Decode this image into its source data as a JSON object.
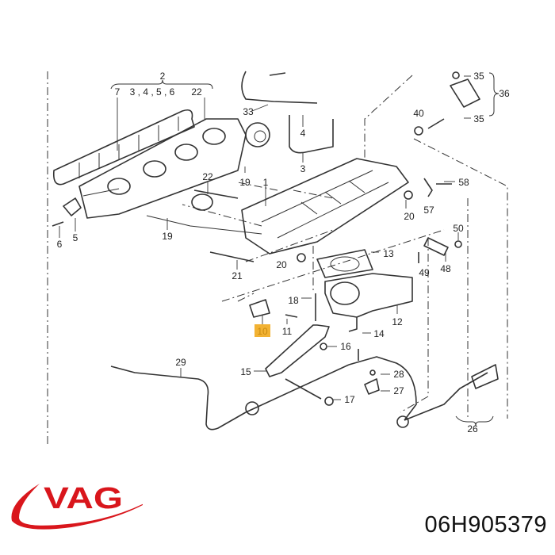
{
  "diagram": {
    "highlight_color": "#f2b233",
    "labels": [
      "2",
      "7",
      "3 , 4 , 5 , 6",
      "22",
      "33",
      "4",
      "3",
      "35",
      "36",
      "35",
      "40",
      "22",
      "19",
      "1",
      "58",
      "57",
      "20",
      "6",
      "5",
      "19",
      "50",
      "20",
      "13",
      "21",
      "49",
      "48",
      "18",
      "10",
      "11",
      "12",
      "16",
      "14",
      "29",
      "15",
      "28",
      "27",
      "17",
      "26"
    ],
    "highlighted_label": "10"
  },
  "logo": {
    "text": "VAG",
    "color": "#d9161c"
  },
  "part_number": "06H905379"
}
